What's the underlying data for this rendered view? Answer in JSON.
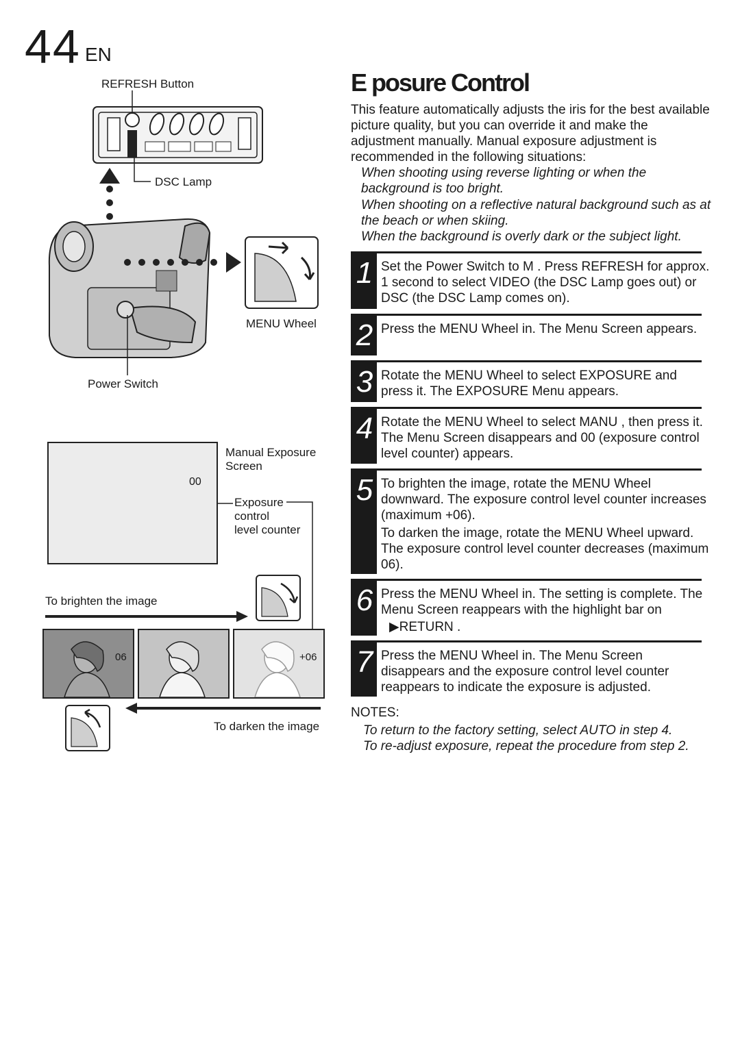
{
  "page": {
    "number": "44",
    "lang": "EN"
  },
  "title": "E posure Control",
  "figure": {
    "refresh_label": "REFRESH Button",
    "dsc_lamp_label": "DSC Lamp",
    "menu_wheel_label": "MENU Wheel",
    "power_switch_label": "Power Switch",
    "manual_screen_label_1": "Manual Exposure",
    "manual_screen_label_2": "Screen",
    "counter_value": "00",
    "counter_label_1": "Exposure",
    "counter_label_2": "control",
    "counter_label_3": "level counter",
    "brighten_label": "To brighten the image",
    "darken_label": "To darken the image",
    "minus_label": "06",
    "plus_label": "+06"
  },
  "intro": "This feature automatically adjusts the iris for the best available picture quality, but you can override it and make the adjustment manually. Manual exposure adjustment is recommended in the following situations:",
  "bullets": [
    "When shooting using reverse lighting or when the background is too bright.",
    "When shooting on a reflective natural background such as at the beach or when skiing.",
    "When the background is overly dark or the subject light."
  ],
  "steps": [
    {
      "num": "1",
      "text": "Set the Power Switch to  M  . Press REFRESH for approx. 1 second to select  VIDEO   (the DSC Lamp goes out) or  DSC  (the DSC Lamp comes on)."
    },
    {
      "num": "2",
      "text": "Press the MENU Wheel in. The Menu Screen appears."
    },
    {
      "num": "3",
      "text": "Rotate the MENU Wheel to select  EXPOSURE and press it. The EXPOSURE Menu appears."
    },
    {
      "num": "4",
      "text": "Rotate the MENU Wheel to select  MANU  , then press it. The Menu Screen disappears and 00 (exposure control level counter) appears."
    },
    {
      "num": "5",
      "text": "To brighten the image, rotate the MENU Wheel downward. The exposure control level counter increases (maximum +06).",
      "text2": "To darken the image, rotate the MENU Wheel upward. The exposure control level counter decreases (maximum  06)."
    },
    {
      "num": "6",
      "text": "Press the MENU Wheel in. The setting is complete. The Menu Screen reappears with the highlight bar on",
      "text2": "▶RETURN ."
    },
    {
      "num": "7",
      "text": "Press the MENU Wheel in. The Menu Screen disappears and the exposure control level counter reappears to indicate the exposure is adjusted."
    }
  ],
  "notes": {
    "heading": "NOTES:",
    "items": [
      "To return to the factory setting, select  AUTO   in step 4.",
      "To re-adjust exposure, repeat the procedure from step 2."
    ]
  }
}
